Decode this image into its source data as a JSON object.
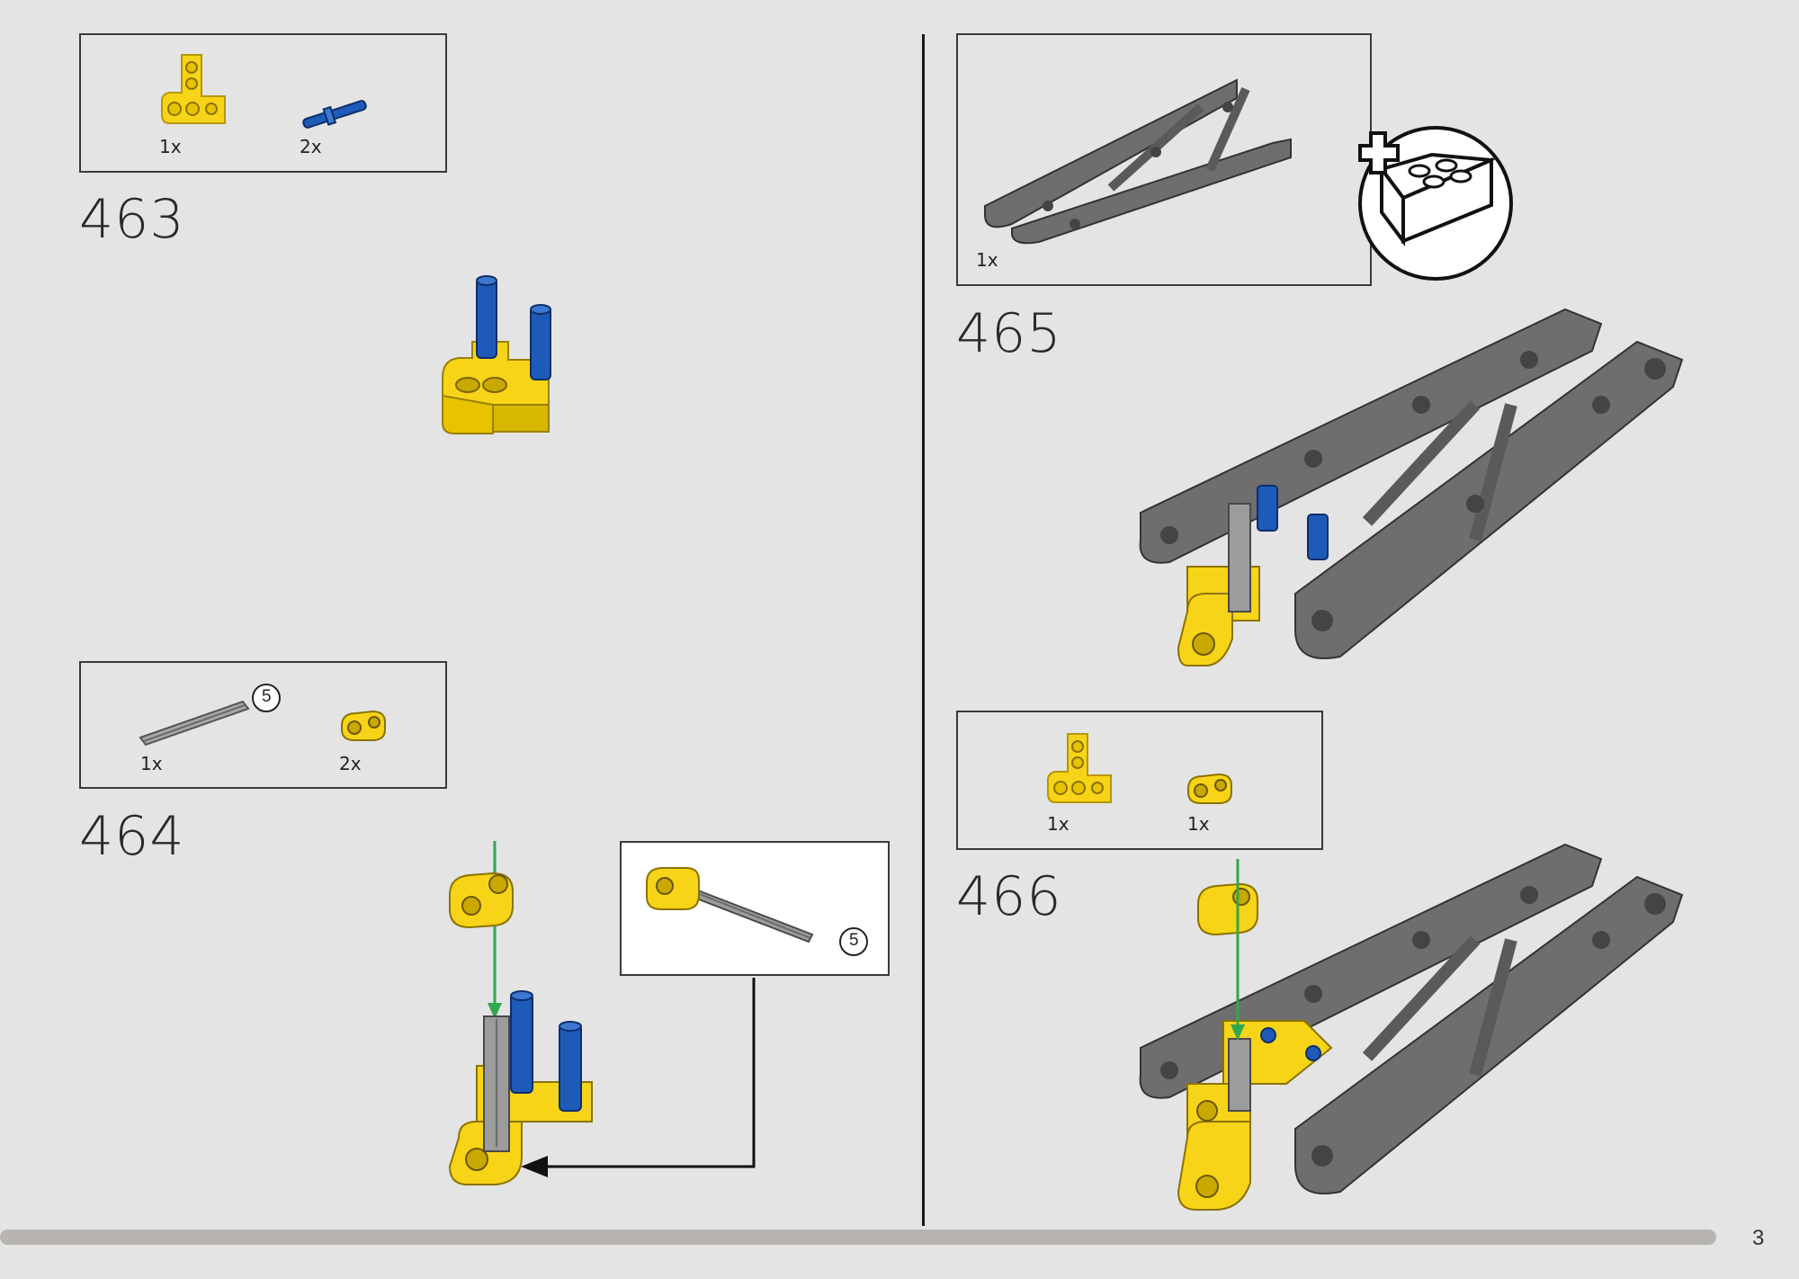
{
  "steps": [
    {
      "number": "463",
      "parts": [
        {
          "qty": "1x"
        },
        {
          "qty": "2x"
        }
      ]
    },
    {
      "number": "464",
      "parts": [
        {
          "qty": "1x",
          "badge": "5"
        },
        {
          "qty": "2x"
        }
      ],
      "callout_badge": "5"
    },
    {
      "number": "465",
      "parts": [
        {
          "qty": "1x"
        }
      ]
    },
    {
      "number": "466",
      "parts": [
        {
          "qty": "1x"
        },
        {
          "qty": "1x"
        }
      ]
    }
  ],
  "page": {
    "number": "3"
  },
  "colors": {
    "background": "#e4e4e4",
    "yellow": "#f7d417",
    "blue": "#1e5bb8",
    "dark_gray": "#5a5a5a",
    "light_gray": "#9a9a9a",
    "arrow_green": "#2fa84f"
  }
}
